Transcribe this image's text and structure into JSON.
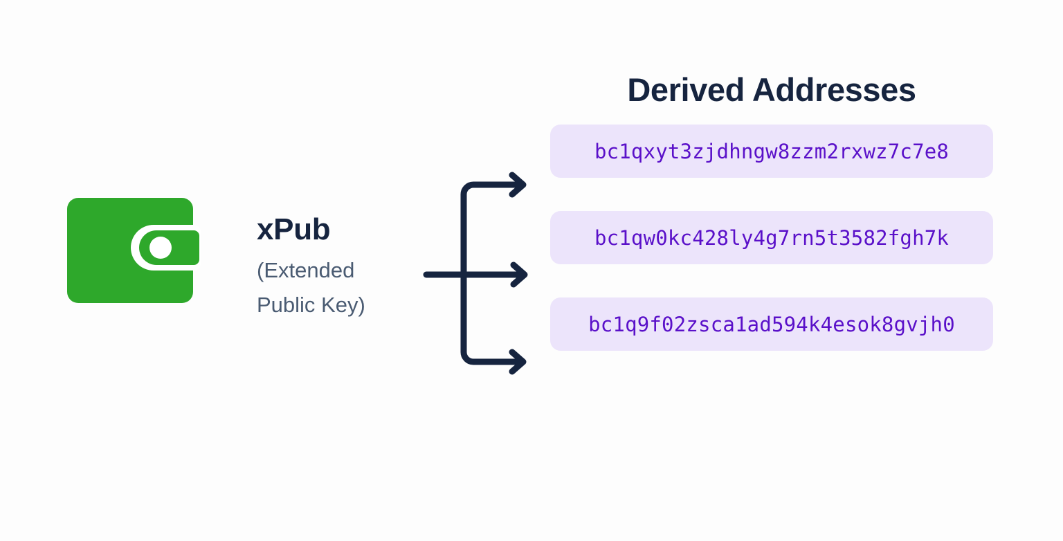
{
  "page": {
    "background_color": "#fdfdfd"
  },
  "wallet": {
    "icon_name": "wallet-icon",
    "color": "#2ea82b",
    "clasp_dot_color": "#ffffff"
  },
  "xpub": {
    "title": "xPub",
    "subtitle": "(Extended Public Key)",
    "title_color": "#16243f",
    "subtitle_color": "#4a5b72"
  },
  "arrows": {
    "icon_name": "branching-arrows-icon",
    "color": "#16243f",
    "count": 3
  },
  "derived": {
    "title": "Derived Addresses",
    "title_color": "#16243f",
    "pill_background": "#ece4fb",
    "text_color": "#5a10c9",
    "addresses": [
      {
        "value": "bc1qxyt3zjdhngw8zzm2rxwz7c7e8"
      },
      {
        "value": "bc1qw0kc428ly4g7rn5t3582fgh7k"
      },
      {
        "value": "bc1q9f02zsca1ad594k4esok8gvjh0"
      }
    ]
  }
}
